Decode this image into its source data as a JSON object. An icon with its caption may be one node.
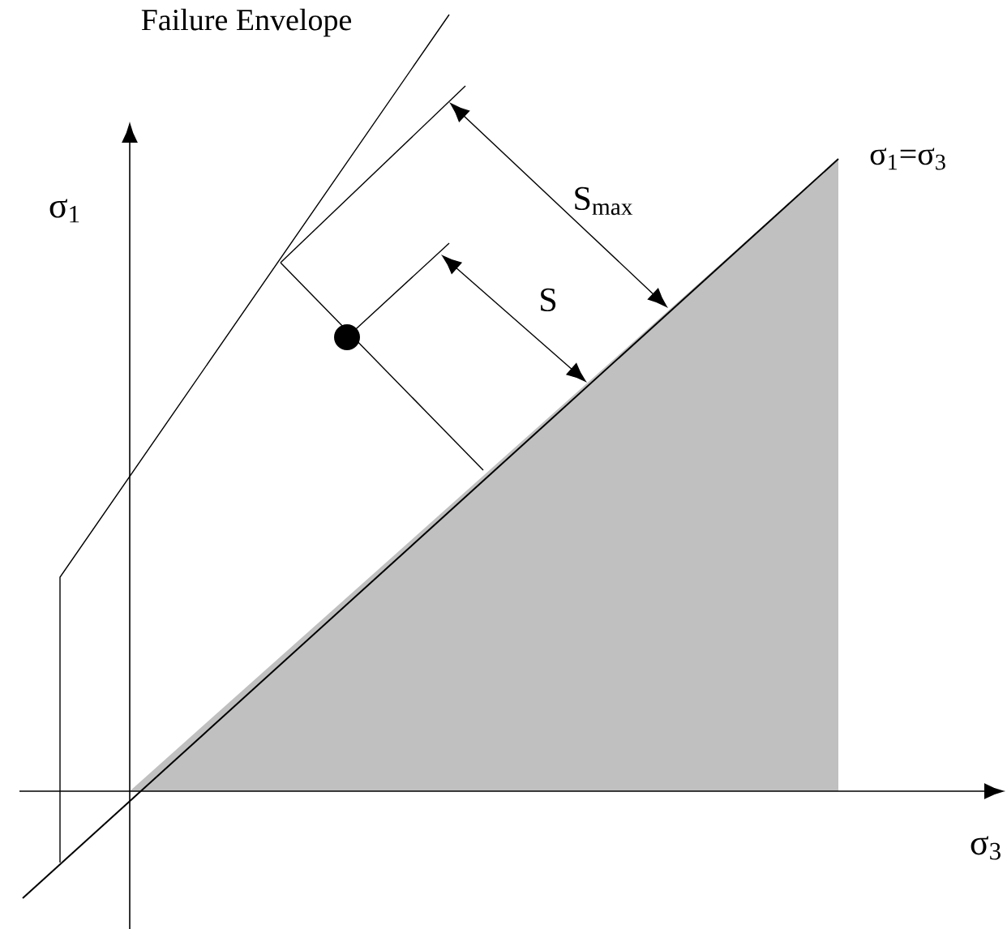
{
  "diagram": {
    "labels": [
      "Failure Envelope",
      "σ$_{1}$",
      "S$_{max}$",
      "S",
      "σ$_{1}$=σ$_{3}$",
      "σ$_{3}$"
    ]
  }
}
